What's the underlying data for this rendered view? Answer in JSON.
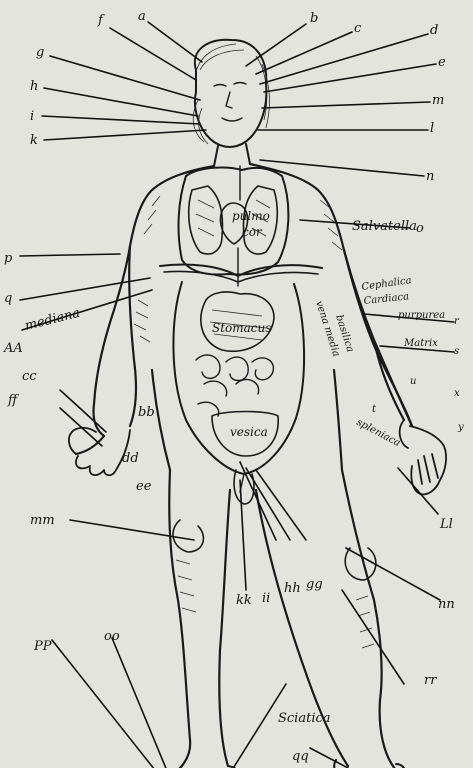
{
  "title": "",
  "labels": {
    "a": "a",
    "b": "b",
    "c": "c",
    "d": "d",
    "e": "e",
    "f": "f",
    "g": "g",
    "h": "h",
    "i": "i",
    "k": "k",
    "l": "l",
    "m": "m",
    "n": "n",
    "o": "o",
    "p": "p",
    "q": "q",
    "r": "r",
    "s": "s",
    "t": "t",
    "u": "u",
    "x": "x",
    "y": "y",
    "mediana": "mediana",
    "aa": "AA",
    "bb": "bb",
    "cc": "cc",
    "dd": "dd",
    "ee": "ee",
    "ff": "ff",
    "gg": "gg",
    "hh": "hh",
    "ii": "ii",
    "kk": "kk",
    "ll": "Ll",
    "mm": "mm",
    "nn": "nn",
    "oo": "oo",
    "pp": "PP",
    "qq": "qq",
    "rr": "rr",
    "salvatella": "Salvatella",
    "basilica": "basilica",
    "cephalica": "Cephalica",
    "cardiaca": "Cardiaca",
    "purpurea": "purpurea",
    "matrix": "Matrix",
    "spleniaca": "spleniaca",
    "vena_media": "vena media",
    "ischiaca": "Sciatica",
    "stomach": "Stomacus",
    "vesica": "vesica",
    "heart": "cor",
    "pulmo": "pulmo"
  },
  "colors": {
    "paper": "#e4e4df",
    "ink": "#141414"
  }
}
